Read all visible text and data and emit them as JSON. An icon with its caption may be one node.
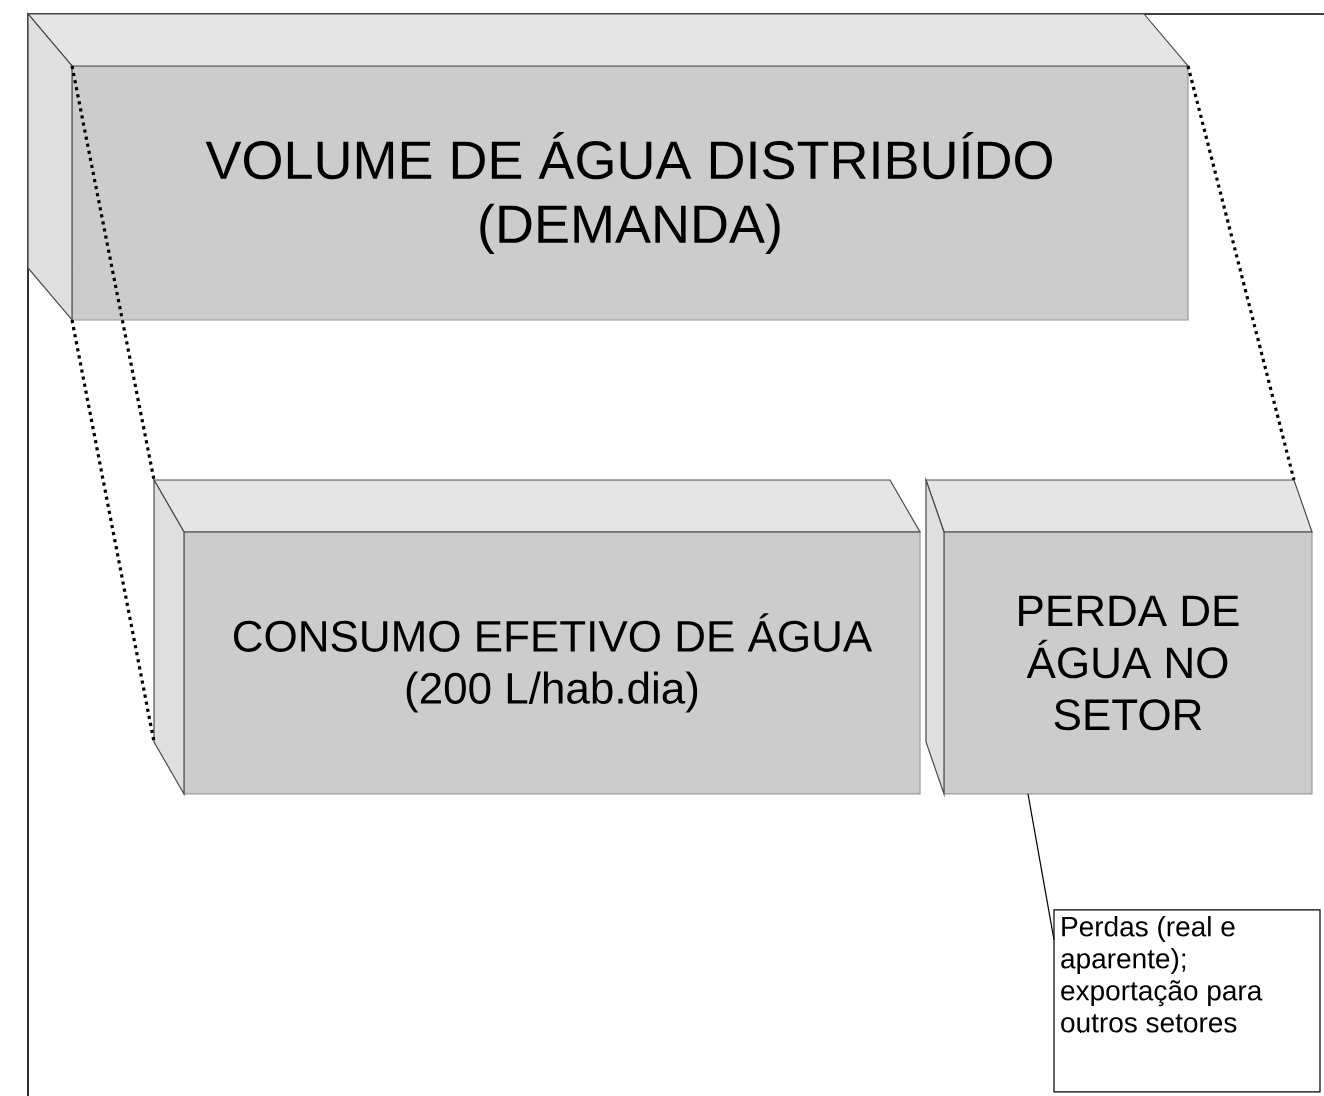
{
  "diagram": {
    "nodes": [
      {
        "text": [
          "VOLUME DE ÁGUA DISTRIBUÍDO (DEMANDA)"
        ]
      },
      {
        "text": [
          "CONSUMO EFETIVO DE ÁGUA (200 L/hab.dia)"
        ]
      },
      {
        "text": [
          "PERDA DE ÁGUA NO SETOR"
        ]
      },
      {
        "text": [
          "Perdas (real e aparente); exportação para outros setores"
        ]
      }
    ],
    "edges": [
      {
        "from": 0,
        "to": 1,
        "arrow": "none",
        "style": "dashed"
      },
      {
        "from": 0,
        "to": 1,
        "arrow": "none",
        "style": "dashed"
      },
      {
        "from": 0,
        "to": 2,
        "arrow": "none",
        "style": "dashed"
      },
      {
        "from": 3,
        "to": 2,
        "arrow": "none"
      }
    ]
  }
}
